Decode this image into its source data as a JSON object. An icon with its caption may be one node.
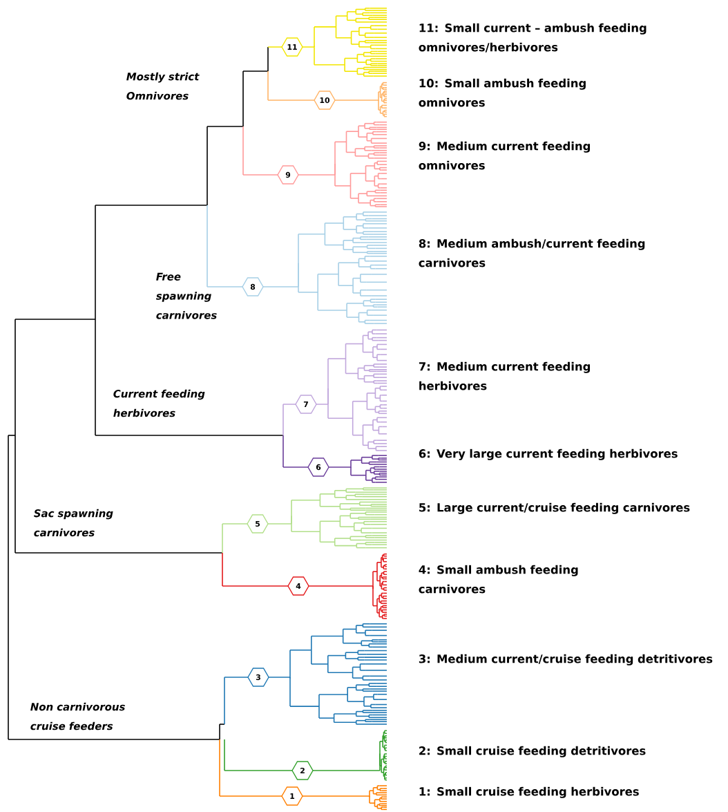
{
  "diagram": {
    "nodes": [
      {
        "text": [
          "11"
        ]
      },
      {
        "text": [
          "10"
        ]
      },
      {
        "text": [
          "9"
        ]
      },
      {
        "text": [
          "8"
        ]
      },
      {
        "text": [
          "7"
        ]
      },
      {
        "text": [
          "6"
        ]
      },
      {
        "text": [
          "5"
        ]
      },
      {
        "text": [
          "4"
        ]
      },
      {
        "text": [
          "3"
        ]
      },
      {
        "text": [
          "2"
        ]
      },
      {
        "text": [
          "1"
        ]
      }
    ],
    "labels": [
      "11: Small current – ambush feeding omnivores/herbivores",
      "Mostly strict Omnivores",
      "10: Small ambush feeding omnivores",
      "9: Medium current feeding omnivores",
      "8: Medium ambush/current feeding carnivores",
      "Free spawning carnivores",
      "7: Medium current feeding herbivores",
      "Current feeding herbivores",
      "6: Very large current feeding herbivores",
      "5: Large current/cruise feeding carnivores",
      "Sac spawning carnivores",
      "4: Small ambush feeding carnivores",
      "3: Medium current/cruise feeding detritivores",
      "Non carnivorous cruise feeders",
      "2: Small cruise feeding detritivores",
      "1: Small cruise feeding herbivores"
    ]
  }
}
